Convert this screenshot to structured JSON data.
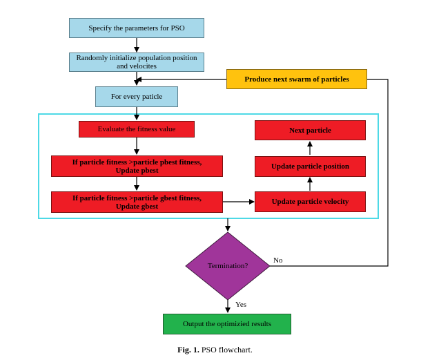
{
  "nodes": {
    "specify": "Specify the parameters for PSO",
    "init": "Randomly initialize population position and velocites",
    "every": "For every paticle",
    "produce": "Produce next swarm of particles",
    "evaluate": "Evaluate the fitness value",
    "pbest_line1": "If particle fitness >particle pbest fitness,",
    "pbest_line2": "Update pbest",
    "gbest_line1": "If particle fitness >particle gbest fitness,",
    "gbest_line2": "Update gbest",
    "next_particle": "Next particle",
    "update_position": "Update particle position",
    "update_velocity": "Update particle velocity",
    "termination": "Termination?",
    "output": "Output the optimizied results"
  },
  "edge_labels": {
    "no": "No",
    "yes": "Yes"
  },
  "caption": {
    "label": "Fig. 1.",
    "text": " PSO flowchart."
  },
  "colors": {
    "blue": "#a6d8ea",
    "red": "#ee1c25",
    "yellow": "#ffc20e",
    "green": "#22b24c",
    "purple": "#a0359a",
    "frame": "#4dd9e6"
  }
}
